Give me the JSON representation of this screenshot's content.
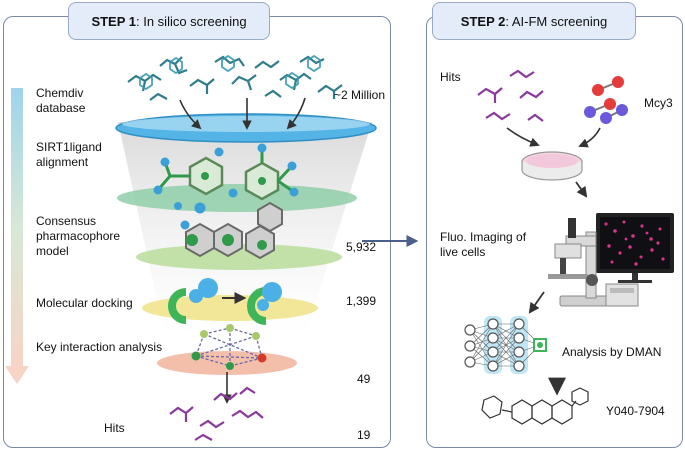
{
  "step1": {
    "step_label": "STEP 1",
    "step_title": ": In silico screening",
    "stages": [
      {
        "label": "Chemdiv\ndatabase",
        "count": ""
      },
      {
        "label": "SIRT1ligand\nalignment",
        "count": ""
      },
      {
        "label": "Consensus\npharmacophore\nmodel",
        "count": "5,932"
      },
      {
        "label": "Molecular docking",
        "count": "1,399"
      },
      {
        "label": "Key interaction analysis",
        "count": "49"
      }
    ],
    "library_size": "~2 Million",
    "hits_label": "Hits",
    "hits_count": "19"
  },
  "step2": {
    "step_label": "STEP 2",
    "step_title": ": AI-FM screening",
    "hits_label": "Hits",
    "probe_label": "Mcy3",
    "imaging_label": "Fluo. Imaging of\nlive cells",
    "analysis_label": "Analysis by DMAN",
    "compound_id": "Y040-7904"
  },
  "colors": {
    "panel_border": "#7a8aa6",
    "tab_fill": "#e3ecf8",
    "layer_blue": "#55b4e6",
    "layer_green": "#8fcfa8",
    "layer_lightgreen": "#b9dd9a",
    "layer_yellow": "#f1e48d",
    "layer_pink": "#f2b8a2",
    "molecule_teal": "#2f7d8a",
    "molecule_purple": "#8a3a9a",
    "gradient_bar_top": "#9fd4ea",
    "gradient_bar_bottom": "#f7d4c6"
  }
}
